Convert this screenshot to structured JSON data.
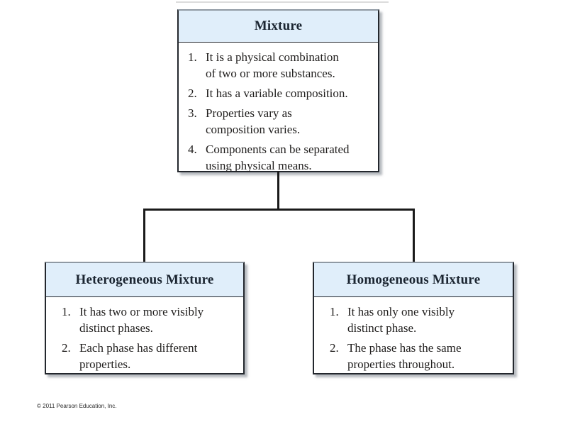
{
  "colors": {
    "background": "#ffffff",
    "header_fill": "#e0eefa",
    "box_border": "#23272d",
    "box_border_top": "#8f99a3",
    "connector_line": "#1a1a1a",
    "title_text": "#1b2531",
    "body_text": "#22201f"
  },
  "boxes": {
    "mixture": {
      "title": "Mixture",
      "items": [
        {
          "num": "1.",
          "text": "It is a physical combination\nof two or more substances."
        },
        {
          "num": "2.",
          "text": "It has a variable composition."
        },
        {
          "num": "3.",
          "text": "Properties vary as\ncomposition varies."
        },
        {
          "num": "4.",
          "text": "Components can be separated\nusing physical means."
        }
      ]
    },
    "heterogeneous": {
      "title": "Heterogeneous Mixture",
      "items": [
        {
          "num": "1.",
          "text": "It has two or more visibly\ndistinct phases."
        },
        {
          "num": "2.",
          "text": "Each phase has different\nproperties."
        }
      ]
    },
    "homogeneous": {
      "title": "Homogeneous Mixture",
      "items": [
        {
          "num": "1.",
          "text": "It has only one visibly\ndistinct phase."
        },
        {
          "num": "2.",
          "text": "The phase has the same\nproperties throughout."
        }
      ]
    }
  },
  "footer": {
    "copyright": "© 2011 Pearson Education, Inc."
  }
}
